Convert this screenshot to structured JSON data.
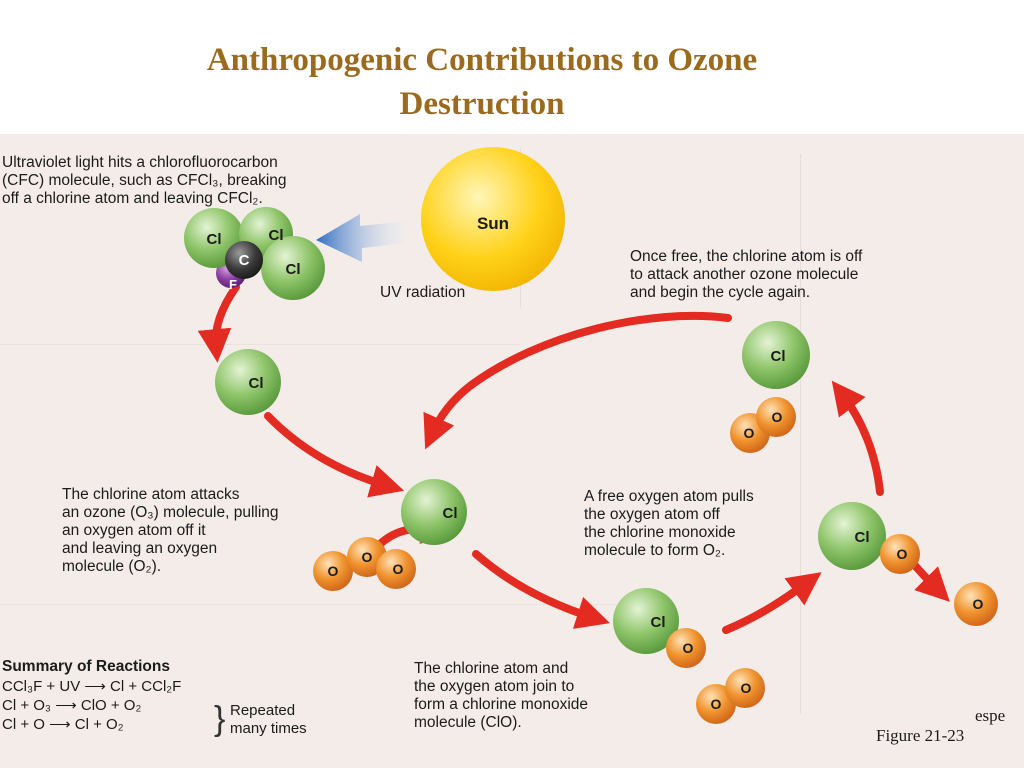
{
  "title_line1": "Anthropogenic Contributions to Ozone",
  "title_line2": "Destruction",
  "captions": {
    "uv_hit_1": "Ultraviolet light hits a chlorofluorocarbon",
    "uv_hit_2": "(CFC) molecule, such as CFCl₃, breaking",
    "uv_hit_3": "off a chlorine atom and leaving CFCl₂.",
    "free_1": "Once free, the chlorine atom is off",
    "free_2": "to attack another ozone molecule",
    "free_3": "and begin the cycle again.",
    "attack_1": "The chlorine atom attacks",
    "attack_2": "an ozone (O₃) molecule, pulling",
    "attack_3": "an oxygen atom off it",
    "attack_4": "and leaving an oxygen",
    "attack_5": "molecule (O₂).",
    "pull_1": "A free oxygen atom pulls",
    "pull_2": "the oxygen atom off",
    "pull_3": "the chlorine monoxide",
    "pull_4": "molecule to form O₂.",
    "join_1": "The chlorine atom and",
    "join_2": "the oxygen atom join to",
    "join_3": "form a chlorine monoxide",
    "join_4": "molecule (ClO)."
  },
  "labels": {
    "sun": "Sun",
    "uv_radiation": "UV radiation",
    "cl": "Cl",
    "c": "C",
    "f": "F",
    "o": "O"
  },
  "summary": {
    "title": "Summary of Reactions",
    "eq1": "CCl₃F + UV ⟶ Cl + CCl₂F",
    "eq2": "Cl + O₃ ⟶ ClO + O₂",
    "eq3": "Cl + O ⟶ Cl + O₂",
    "repeated_1": "Repeated",
    "repeated_2": "many times"
  },
  "figure_label": "Figure 21-23",
  "margin_text": "espe",
  "colors": {
    "title": "#9a6a1e",
    "arrow": "#e32b22",
    "chlorine": "#8fc56a",
    "oxygen": "#f0932e",
    "carbon": "#3a3a3a",
    "fluorine": "#8a3aa0",
    "sun": "#ffd21a",
    "uv_arrow": "#2f6cc2"
  }
}
